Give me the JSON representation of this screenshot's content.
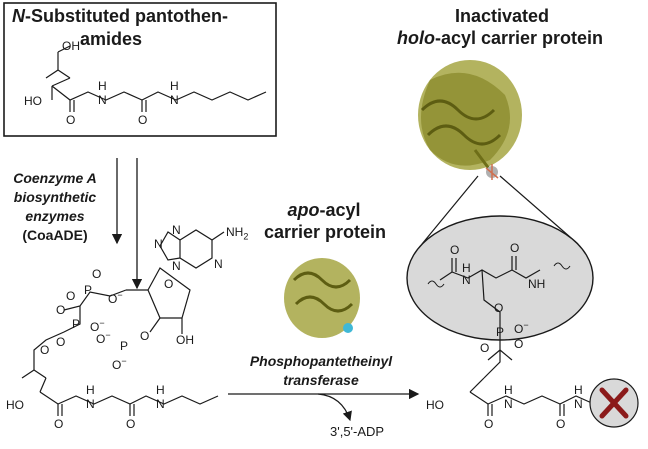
{
  "box_title": {
    "prefix": "N",
    "rest_line1": "-Substituted pantothen-",
    "line2": "amides"
  },
  "holo": {
    "line1": "Inactivated",
    "prefix": "holo",
    "rest": "-acyl carrier protein"
  },
  "apo": {
    "prefix": "apo",
    "rest": "-acyl",
    "line2": "carrier protein"
  },
  "enzymes": {
    "line1": "Coenzyme A",
    "line2": "biosynthetic",
    "line3": "enzymes",
    "line4": "(CoaADE)"
  },
  "ppt": {
    "line1": "Phosphopantetheinyl",
    "line2": "transferase"
  },
  "byproduct": "3',5'-ADP",
  "atoms": {
    "OH": "OH",
    "HO": "HO",
    "H": "H",
    "N": "N",
    "O": "O",
    "O_minus": "O",
    "minus": "−",
    "P": "P",
    "NH2": "NH",
    "two": "2",
    "NH": "NH"
  },
  "colors": {
    "protein": "#9a9a2a",
    "protein_dark": "#6e6e18",
    "ellipse_fill": "#d9d9d9",
    "cyan_tag": "#3fb8d6",
    "red_x": "#8b1a1a"
  },
  "icons": {
    "inhibitor_x": "x-mark-icon"
  }
}
